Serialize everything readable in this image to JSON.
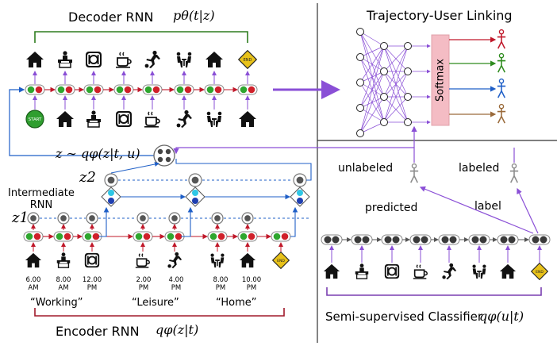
{
  "titles": {
    "decoder": "Decoder RNN",
    "decoder_math": "pθ(t|z)",
    "encoder": "Encoder RNN",
    "encoder_math": "qφ(z|t)",
    "tul": "Trajectory-User Linking",
    "semi": "Semi-supervised Classifier",
    "semi_math": "qφ(u|t)"
  },
  "latent": {
    "z_sample": "z ∼ qφ(z|t, u)",
    "z2": "z2",
    "z1": "z1",
    "intermediate_rnn": "Intermediate\nRNN"
  },
  "encoder_times": [
    "6.00\nAM",
    "8.00\nAM",
    "12.00\nPM",
    "2.00\nPM",
    "4.00\nPM",
    "8.00\nPM",
    "10.00\nPM"
  ],
  "encoder_groups": [
    "“Working”",
    "“Leisure”",
    "“Home”"
  ],
  "softmax_label": "Softmax",
  "classifier_labels": {
    "unlabeled": "unlabeled",
    "labeled": "labeled",
    "predicted": "predicted",
    "label": "label"
  },
  "icon_names": [
    "home-icon",
    "office-icon",
    "food-icon",
    "coffee-icon",
    "sport-icon",
    "meeting-icon",
    "end-sign-icon",
    "start-icon"
  ],
  "colors": {
    "decoder_bracket": "#2e7d1e",
    "encoder_bracket": "#a0182a",
    "semi_bracket": "#7a3fb0",
    "arrow_purple": "#8a4fd6",
    "arrow_blue": "#1f5fc7",
    "arrow_red": "#c0182a",
    "softmax_box": "#f4bcc4",
    "user_colors": [
      "#c0182a",
      "#2e8b1e",
      "#1f5fc7",
      "#9a6a3a"
    ]
  }
}
